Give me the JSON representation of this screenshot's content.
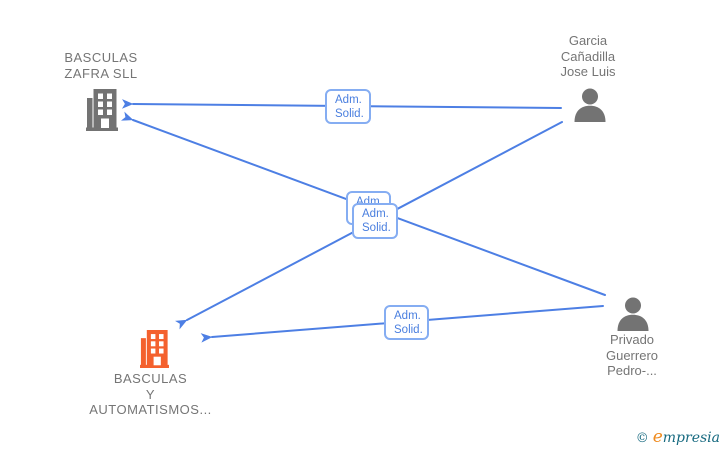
{
  "colors": {
    "edge": "#4d7fe4",
    "edge_label_border": "#85adf2",
    "edge_label_text": "#4a7fdf",
    "entity_text": "#757575",
    "icon_gray": "#737373",
    "icon_orange": "#f4612e",
    "logo_teal": "#176a80",
    "logo_orange": "#ef8b1f"
  },
  "entities": {
    "zafra": {
      "label": "BASCULAS\nZAFRA SLL",
      "type": "company"
    },
    "garcia": {
      "label": "Garcia\nCañadilla\nJose Luis",
      "type": "person"
    },
    "automatismos": {
      "label": "BASCULAS\nY\nAUTOMATISMOS...",
      "type": "company"
    },
    "guerrero": {
      "label": "Privado\nGuerrero\nPedro-...",
      "type": "person"
    }
  },
  "edges": [
    {
      "from": "garcia",
      "to": "zafra",
      "label": "Adm.\nSolid."
    },
    {
      "from": "guerrero",
      "to": "zafra",
      "label": "Adm.\nSolid."
    },
    {
      "from": "garcia",
      "to": "automatismos",
      "label": "Adm.\nSolid."
    },
    {
      "from": "guerrero",
      "to": "automatismos",
      "label": "Adm.\nSolid."
    }
  ],
  "watermark": {
    "copyright_symbol": "©",
    "brand_first_letter": "e",
    "brand_rest": "mpresia"
  }
}
